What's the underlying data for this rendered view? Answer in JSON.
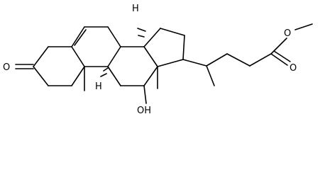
{
  "molecule": {
    "atom_labels": {
      "carbonyl_oxygen": "O",
      "hydroxyl": "OH",
      "ester_carbonyl_oxygen": "O",
      "ester_ether_oxygen": "O",
      "h_c8": "H",
      "h_c9": "H"
    },
    "colors": {
      "bond": "#000000",
      "background": "#ffffff"
    }
  }
}
